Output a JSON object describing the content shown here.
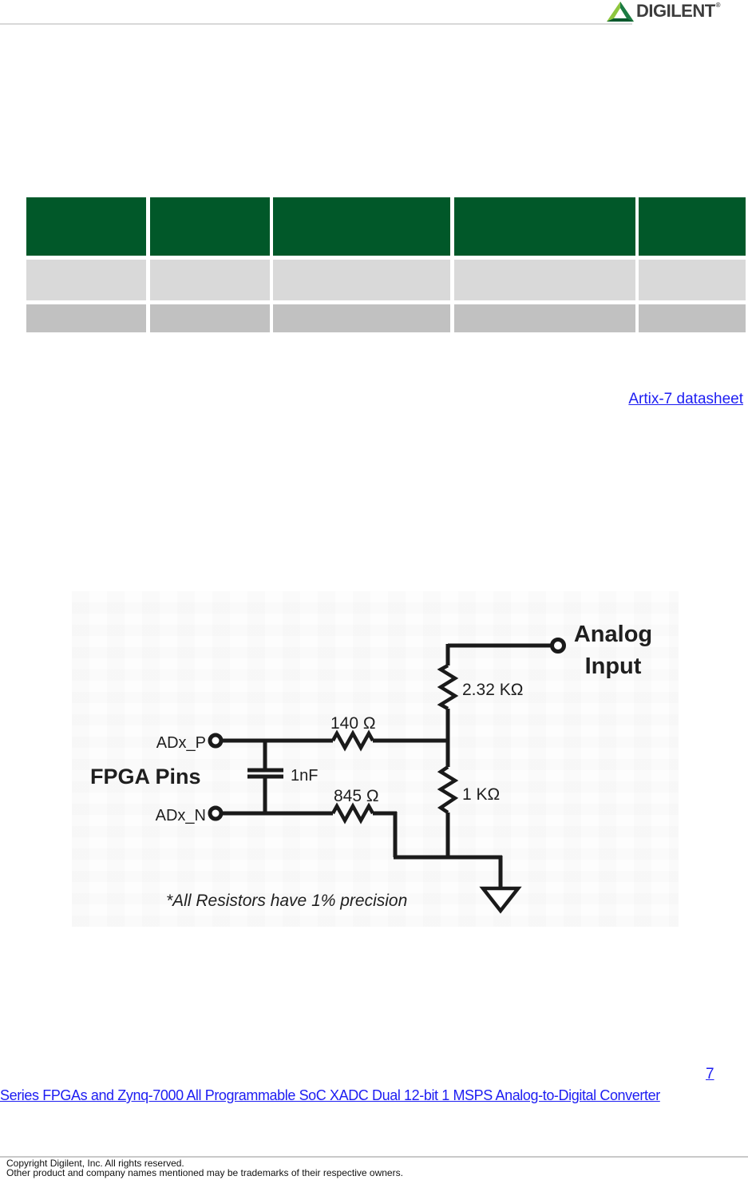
{
  "header": {
    "logo_text": "DIGILENT",
    "logo_reg": "®"
  },
  "table": {
    "header_color": "#015829",
    "row1_color": "#d9d9d9",
    "row2_color": "#c1c1c1",
    "column_count": 5,
    "header_cells": [
      "",
      "",
      "",
      "",
      ""
    ],
    "rows": [
      [
        "",
        "",
        "",
        "",
        ""
      ],
      [
        "",
        "",
        "",
        "",
        ""
      ]
    ]
  },
  "links": {
    "artix_datasheet": "Artix-7 datasheet",
    "page_number": "7",
    "footer_link": "Series FPGAs and Zynq-7000 All Programmable SoC XADC Dual 12-bit 1 MSPS Analog-to-Digital Converter",
    "link_color": "#1d1df2"
  },
  "circuit": {
    "labels": {
      "analog_line1": "Analog",
      "analog_line2": "Input",
      "r_top": "2.32 KΩ",
      "r_series_p": "140 Ω",
      "r_series_n": "845 Ω",
      "r_bottom": "1 KΩ",
      "cap": "1nF",
      "pin_p": "ADx_P",
      "pin_n": "ADx_N",
      "fpga_pins": "FPGA Pins",
      "note": "*All Resistors have 1% precision"
    }
  },
  "footer": {
    "copyright_line1": "Copyright Digilent, Inc. All rights reserved.",
    "copyright_line2": "Other product and company names mentioned may be trademarks of their respective owners."
  }
}
